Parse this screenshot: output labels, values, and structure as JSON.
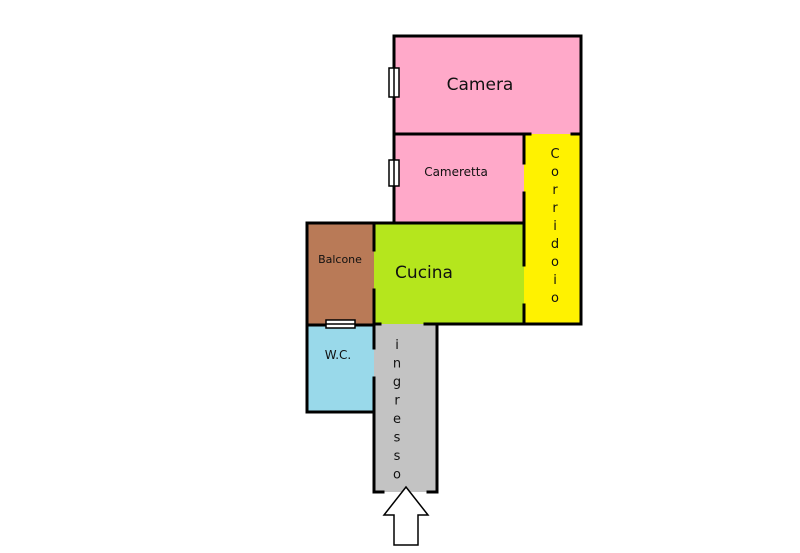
{
  "rooms": {
    "camera": {
      "label": "Camera",
      "color": "#ffa9c9"
    },
    "cameretta": {
      "label": "Cameretta",
      "color": "#ffa9c9"
    },
    "corridoio": {
      "label": "Corridoio",
      "color": "#fff200"
    },
    "cucina": {
      "label": "Cucina",
      "color": "#b5e61d"
    },
    "balcone": {
      "label": "Balcone",
      "color": "#b97a57"
    },
    "wc": {
      "label": "W.C.",
      "color": "#99d9ea"
    },
    "ingresso": {
      "label": "ingresso",
      "color": "#c3c3c3"
    }
  },
  "entrance_arrow": "arrow-up-icon"
}
